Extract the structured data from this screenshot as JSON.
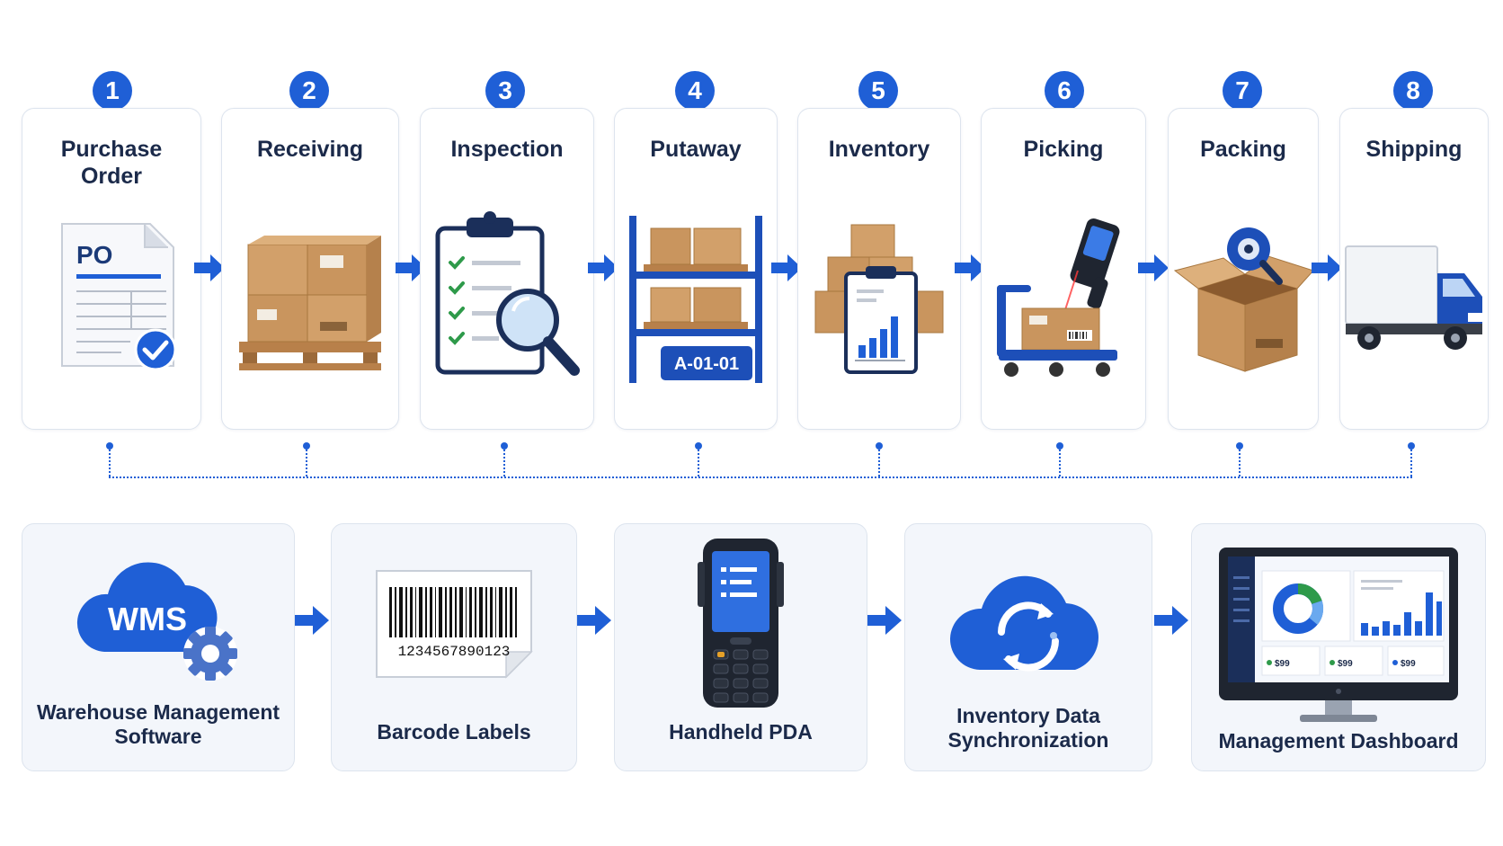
{
  "steps": [
    {
      "number": "1",
      "title": "Purchase Order",
      "icon": "purchase-order-document-icon",
      "doc_label": "PO"
    },
    {
      "number": "2",
      "title": "Receiving",
      "icon": "boxes-on-pallet-icon"
    },
    {
      "number": "3",
      "title": "Inspection",
      "icon": "clipboard-magnifier-icon"
    },
    {
      "number": "4",
      "title": "Putaway",
      "icon": "storage-rack-icon",
      "location_label": "A-01-01"
    },
    {
      "number": "5",
      "title": "Inventory",
      "icon": "inventory-clipboard-icon"
    },
    {
      "number": "6",
      "title": "Picking",
      "icon": "cart-scanner-icon"
    },
    {
      "number": "7",
      "title": "Packing",
      "icon": "open-box-tape-icon"
    },
    {
      "number": "8",
      "title": "Shipping",
      "icon": "delivery-truck-icon"
    }
  ],
  "systems": [
    {
      "label": "Warehouse Management Software",
      "icon": "wms-cloud-gear-icon",
      "icon_text": "WMS"
    },
    {
      "label": "Barcode Labels",
      "icon": "barcode-label-icon",
      "barcode_number": "1234567890123"
    },
    {
      "label": "Handheld PDA",
      "icon": "handheld-pda-icon"
    },
    {
      "label": "Inventory Data Synchronization",
      "icon": "cloud-sync-icon"
    },
    {
      "label": "Management Dashboard",
      "icon": "dashboard-monitor-icon",
      "stat_values": [
        "$99",
        "$99",
        "$99"
      ]
    }
  ],
  "colors": {
    "accent": "#1f5fd6",
    "box": "#c9955e",
    "card_border": "#dde4ee",
    "system_bg": "#f3f6fb"
  }
}
